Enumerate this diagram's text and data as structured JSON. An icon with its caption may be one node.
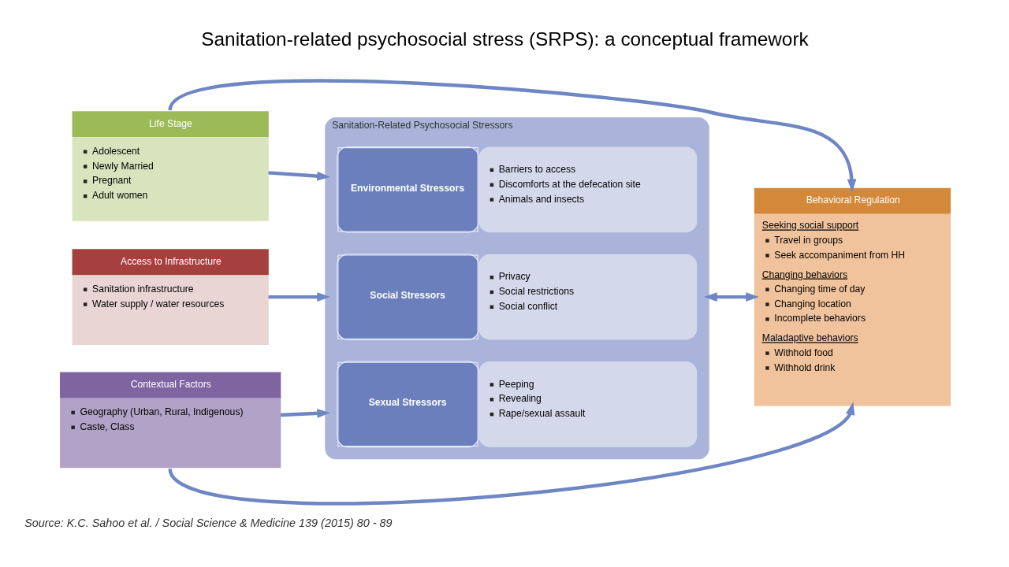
{
  "diagram": {
    "title": "Sanitation-related psychosocial stress (SRPS): a conceptual framework",
    "caption": "Source: K.C. Sahoo et al. / Social Science & Medicine 139 (2015) 80 - 89",
    "nodes": [
      {
        "text": [
          "Life Stage",
          "Adolescent",
          "Newly Married",
          "Pregnant",
          "Adult women"
        ]
      },
      {
        "text": [
          "Access to Infrastructure",
          "Sanitation infrastructure",
          "Water supply / water resources"
        ]
      },
      {
        "text": [
          "Contextual Factors",
          "Geography (Urban, Rural, Indigenous)",
          "Caste, Class"
        ]
      },
      {
        "text": [
          "Sanitation-Related Psychosocial Stressors"
        ]
      },
      {
        "text": [
          "Environmental Stressors",
          "Barriers to access",
          "Discomforts at the defecation site",
          "Animals and insects"
        ],
        "in": 3
      },
      {
        "text": [
          "Social Stressors",
          "Privacy",
          "Social restrictions",
          "Social conflict"
        ],
        "in": 3
      },
      {
        "text": [
          "Sexual Stressors",
          "Peeping",
          "Revealing",
          "Rape/sexual assault"
        ],
        "in": 3
      },
      {
        "text": [
          "Behavioral Regulation",
          "Seeking social support",
          "Travel in groups",
          "Seek accompaniment from HH",
          "Changing behaviors",
          "Changing time of day",
          "Changing location",
          "Incomplete behaviors",
          "Maladaptive behaviors",
          "Withhold food",
          "Withhold drink"
        ]
      }
    ],
    "edges": [
      {
        "from": 0,
        "to": 3,
        "arrow": "to"
      },
      {
        "from": 1,
        "to": 3,
        "arrow": "to"
      },
      {
        "from": 2,
        "to": 3,
        "arrow": "to"
      },
      {
        "from": 3,
        "to": 7,
        "arrow": "both"
      },
      {
        "from": 0,
        "to": 7,
        "arrow": "to"
      },
      {
        "from": 2,
        "to": 7,
        "arrow": "to"
      }
    ]
  }
}
